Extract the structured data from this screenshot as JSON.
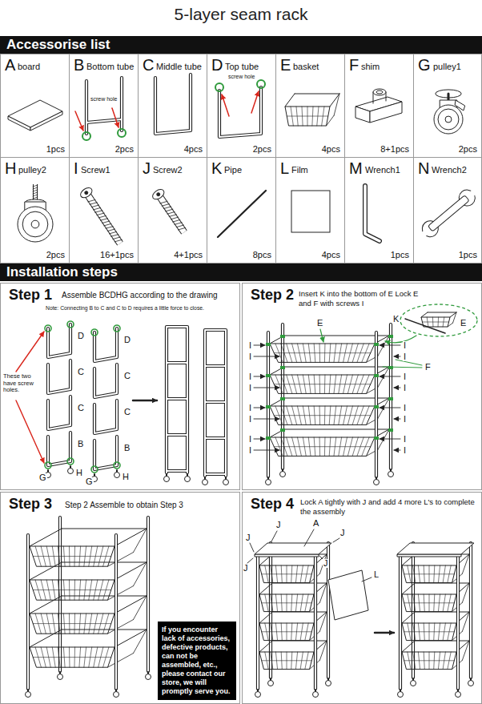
{
  "diagram": {
    "title": "5-layer seam rack",
    "nodes": [
      {
        "text": [
          "Accessorise list"
        ]
      },
      {
        "text": [
          "A",
          "board",
          "1pcs"
        ]
      },
      {
        "text": [
          "B",
          "Bottom tube",
          "screw hole",
          "2pcs"
        ]
      },
      {
        "text": [
          "C",
          "Middle tube",
          "4pcs"
        ]
      },
      {
        "text": [
          "D",
          "Top tube",
          "screw hole",
          "2pcs"
        ]
      },
      {
        "text": [
          "E",
          "basket",
          "4pcs"
        ]
      },
      {
        "text": [
          "F",
          "shim",
          "8+1pcs"
        ]
      },
      {
        "text": [
          "G",
          "pulley1",
          "2pcs"
        ]
      },
      {
        "text": [
          "H",
          "pulley2",
          "2pcs"
        ]
      },
      {
        "text": [
          "I",
          "Screw1",
          "16+1pcs"
        ]
      },
      {
        "text": [
          "J",
          "Screw2",
          "4+1pcs"
        ]
      },
      {
        "text": [
          "K",
          "Pipe",
          "8pcs"
        ]
      },
      {
        "text": [
          "L",
          "Film",
          "4pcs"
        ]
      },
      {
        "text": [
          "M",
          "Wrench1",
          "1pcs"
        ]
      },
      {
        "text": [
          "N",
          "Wrench2",
          "1pcs"
        ]
      },
      {
        "text": [
          "Installation steps"
        ]
      },
      {
        "text": [
          "Step 1",
          "Assemble BCDHG according to the drawing",
          "Note: Connecting B to C and C to D requires a little force to close."
        ]
      },
      {
        "text": [
          "Step 2",
          "Insert K into the bottom of E Lock E and F with screws I"
        ]
      },
      {
        "text": [
          "Step 3",
          "Step 2 Assemble to obtain Step 3"
        ]
      },
      {
        "text": [
          "If you encounter lack of accessories, defective products, can not be assembled, etc., please contact our store, we will promptly serve you."
        ],
        "in": 18
      },
      {
        "text": [
          "Step 4",
          "Lock A tightly with J and add 4 more L's to complete the assembly"
        ]
      }
    ],
    "labels": [
      "D",
      "C",
      "C",
      "B",
      "G",
      "H",
      "D",
      "C",
      "C",
      "B",
      "G",
      "H",
      "These two have screw holes.",
      "K",
      "E",
      "E",
      "F",
      "I",
      "I",
      "I",
      "I",
      "I",
      "I",
      "I",
      "I",
      "I",
      "I",
      "I",
      "I",
      "I",
      "I",
      "I",
      "I",
      "J",
      "J",
      "J",
      "J",
      "J",
      "A",
      "L"
    ]
  }
}
